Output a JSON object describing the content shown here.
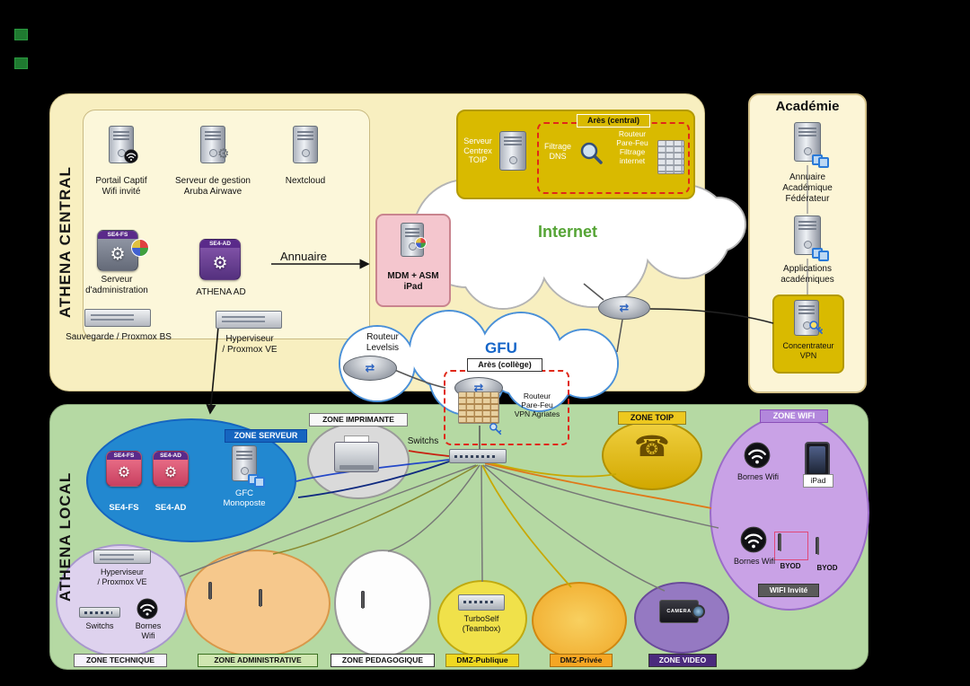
{
  "colors": {
    "bg": "#000000",
    "central-bg": "#f8efc0",
    "inner-bg": "#fcf7da",
    "local-bg": "#b5d9a3",
    "academie-bg": "#fcf5d6",
    "gold": "#d9ba00",
    "pink-box": "#f4c6ce",
    "blue-zone": "#2288d0",
    "internet-green": "#55a435",
    "gfu-blue": "#1565c8",
    "red-dashed": "#e02818"
  },
  "icons": {
    "gear": "⚙",
    "phone": "☎",
    "router_arrows": "⇄"
  },
  "central": {
    "title": "ATHENA CENTRAL",
    "portail": "Portail Captif\nWifi invité",
    "aruba": "Serveur de gestion\nAruba Airwave",
    "nextcloud": "Nextcloud",
    "se4fs": "SE4-FS",
    "se4ad": "SE4-AD",
    "admin": "Serveur\nd'administration",
    "athena_ad": "ATHENA AD",
    "annuaire": "Annuaire",
    "mdm": "MDM + ASM\niPad",
    "sauvegarde": "Sauvegarde / Proxmox BS",
    "hyperviseur": "Hyperviseur\n/ Proxmox VE",
    "internet": "Internet",
    "ares_central_title": "Arès (central)",
    "centrex": "Serveur\nCentrex\nTOIP",
    "filtrage_dns": "Filtrage\nDNS",
    "routeur_parefeu": "Routeur\nPare-Feu\nFiltrage\ninternet",
    "routeur_levelsis": "Routeur\nLevelsis",
    "gfu": "GFU",
    "ares_college_title": "Arès (collège)",
    "routeur_vpn": "Routeur\nPare-Feu\nVPN Agriates",
    "switchs": "Switchs"
  },
  "academie": {
    "title": "Académie",
    "annuaire": "Annuaire\nAcadémique\nFédérateur",
    "applications": "Applications\nacadémiques",
    "concentrateur": "Concentrateur\nVPN"
  },
  "local": {
    "title": "ATHENA LOCAL",
    "zone_serveur": "ZONE SERVEUR",
    "se4fs": "SE4-FS",
    "se4ad": "SE4-AD",
    "gfc": "GFC\nMonoposte",
    "zone_imprimante": "ZONE IMPRIMANTE",
    "zone_toip": "ZONE TOIP",
    "zone_wifi": "ZONE WIFI",
    "bornes_wifi_1": "Bornes Wifi",
    "ipad": "iPad",
    "bornes_wifi_2": "Bornes Wifi",
    "byod_1": "BYOD",
    "byod_2": "BYOD",
    "wifi_invite": "WIFI Invité",
    "hyperviseur": "Hyperviseur\n/ Proxmox VE",
    "switchs": "Switchs",
    "bornes_wifi_3": "Bornes\nWifi",
    "zone_technique": "ZONE TECHNIQUE",
    "zone_administrative": "ZONE ADMINISTRATIVE",
    "zone_pedagogique": "ZONE PEDAGOGIQUE",
    "turboself": "TurboSelf\n(Teambox)",
    "dmz_publique": "DMZ-Publique",
    "dmz_privee": "DMZ-Privée",
    "zone_video": "ZONE VIDEO",
    "camera": "CAMERA"
  }
}
